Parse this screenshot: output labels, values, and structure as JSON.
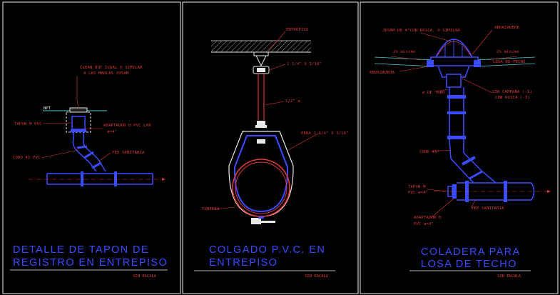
{
  "panels": [
    {
      "title_lines": [
        "DETALLE DE TAPON DE",
        "REGISTRO EN ENTREPISO"
      ],
      "scale": "SIN ESCALA",
      "labels": {
        "npt": "NPT",
        "cleanout_1": "CLEAN OUT IGUAL O SIMILAR",
        "cleanout_2": "A LAS MARCAS JOSAM",
        "tapon": "TAPON M PVC",
        "adaptador_1": "ADAPTADOR H PVC LXR",
        "adaptador_2": "ø=4\"",
        "codo": "CODO 45 PVC",
        "yee": "YEE SANITARIA"
      }
    },
    {
      "title_lines": [
        "COLGADO P.V.C. EN",
        "ENTREPISO"
      ],
      "scale": "SIN ESCALA",
      "labels": {
        "entrepiso": "ENTREPISO",
        "angulo": "1 1/4\" X 3/16\"",
        "varilla": "1/2\" ø",
        "pera": "PERA 1 1/4\" X 3/16\"",
        "tuberia": "TUBERIA"
      }
    },
    {
      "title_lines": [
        "COLADERA PARA",
        "LOSA DE TECHO"
      ],
      "scale": "SIN ESCALA",
      "labels": {
        "josam": "JOSAM DE 4\"CON ROSCA, O SIMILAR",
        "abrazadera_top": "ABRAZADERA",
        "pct_left": "2% minimo",
        "pct_right": "2% minimo",
        "losa": "LOSA DE TECHO",
        "abrazadera_left": "ABRAZADERA",
        "tubo": "ø DE TUBO",
        "campana_1": "SIN CAMPANA (-I)",
        "campana_2": "CON ROSCA (-I)",
        "codo": "CODO 45°",
        "tapon_1": "TAPON M",
        "tapon_2": "PVC ø=4\"",
        "yee": "YEE SANITARIA",
        "adaptador_1": "ADAPTADOR H",
        "adaptador_2": "PVC ø=4\""
      }
    }
  ]
}
